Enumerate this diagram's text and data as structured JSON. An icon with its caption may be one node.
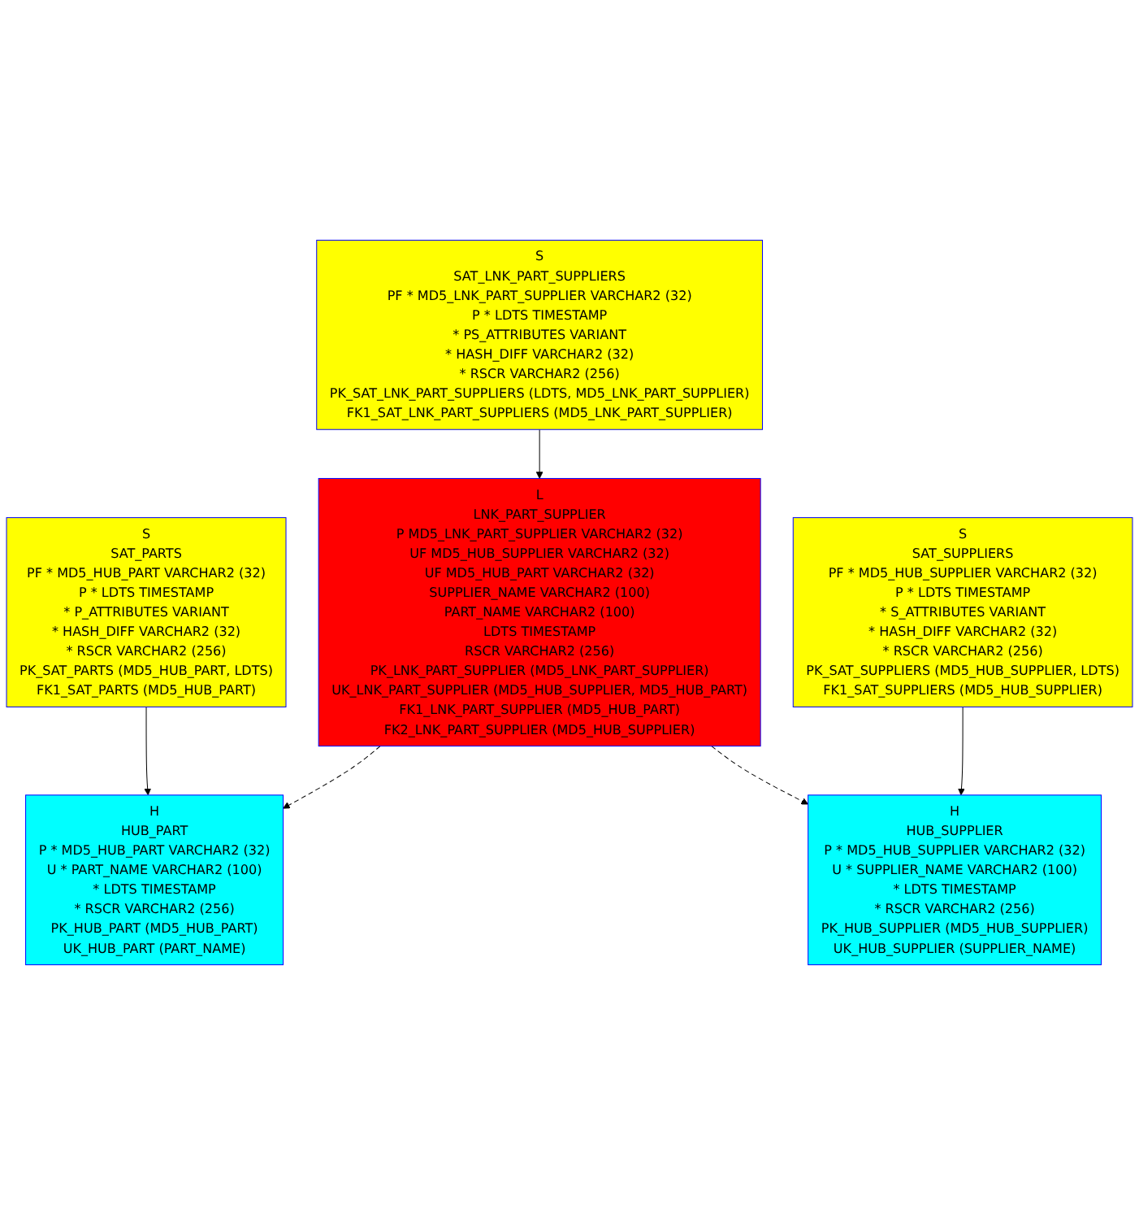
{
  "diagram": {
    "nodes": [
      {
        "text": [
          "S",
          "SAT_PARTS",
          "PF * MD5_HUB_PART VARCHAR2 (32)",
          "P * LDTS TIMESTAMP",
          "* P_ATTRIBUTES VARIANT",
          "* HASH_DIFF VARCHAR2 (32)",
          "* RSCR VARCHAR2 (256)",
          "PK_SAT_PARTS (MD5_HUB_PART, LDTS)",
          "FK1_SAT_PARTS (MD5_HUB_PART)"
        ]
      },
      {
        "text": [
          "S",
          "SAT_SUPPLIERS",
          "PF * MD5_HUB_SUPPLIER VARCHAR2 (32)",
          "P * LDTS TIMESTAMP",
          "* S_ATTRIBUTES VARIANT",
          "* HASH_DIFF VARCHAR2 (32)",
          "* RSCR VARCHAR2 (256)",
          "PK_SAT_SUPPLIERS (MD5_HUB_SUPPLIER, LDTS)",
          "FK1_SAT_SUPPLIERS (MD5_HUB_SUPPLIER)"
        ]
      },
      {
        "text": [
          "H",
          "HUB_PART",
          "P * MD5_HUB_PART VARCHAR2 (32)",
          "U * PART_NAME VARCHAR2 (100)",
          "* LDTS TIMESTAMP",
          "* RSCR VARCHAR2 (256)",
          "PK_HUB_PART (MD5_HUB_PART)",
          "UK_HUB_PART (PART_NAME)"
        ]
      },
      {
        "text": [
          "H",
          "HUB_SUPPLIER",
          "P * MD5_HUB_SUPPLIER VARCHAR2 (32)",
          "U * SUPPLIER_NAME VARCHAR2 (100)",
          "* LDTS TIMESTAMP",
          "* RSCR VARCHAR2 (256)",
          "PK_HUB_SUPPLIER (MD5_HUB_SUPPLIER)",
          "UK_HUB_SUPPLIER (SUPPLIER_NAME)"
        ]
      },
      {
        "text": [
          "L",
          "LNK_PART_SUPPLIER",
          "P MD5_LNK_PART_SUPPLIER VARCHAR2 (32)",
          "UF MD5_HUB_SUPPLIER VARCHAR2 (32)",
          "UF MD5_HUB_PART VARCHAR2 (32)",
          "SUPPLIER_NAME VARCHAR2 (100)",
          "PART_NAME VARCHAR2 (100)",
          "LDTS TIMESTAMP",
          "RSCR VARCHAR2 (256)",
          "PK_LNK_PART_SUPPLIER (MD5_LNK_PART_SUPPLIER)",
          "UK_LNK_PART_SUPPLIER (MD5_HUB_SUPPLIER, MD5_HUB_PART)",
          "FK1_LNK_PART_SUPPLIER (MD5_HUB_PART)",
          "FK2_LNK_PART_SUPPLIER (MD5_HUB_SUPPLIER)"
        ]
      },
      {
        "text": [
          "S",
          "SAT_LNK_PART_SUPPLIERS",
          "PF * MD5_LNK_PART_SUPPLIER VARCHAR2 (32)",
          "P * LDTS TIMESTAMP",
          "* PS_ATTRIBUTES VARIANT",
          "* HASH_DIFF VARCHAR2 (32)",
          "* RSCR VARCHAR2 (256)",
          "PK_SAT_LNK_PART_SUPPLIERS (LDTS, MD5_LNK_PART_SUPPLIER)",
          "FK1_SAT_LNK_PART_SUPPLIERS (MD5_LNK_PART_SUPPLIER)"
        ]
      }
    ],
    "edges": [
      {
        "from": 0,
        "to": 2,
        "arrow": "to"
      },
      {
        "from": 1,
        "to": 3,
        "arrow": "to"
      },
      {
        "from": 4,
        "to": 2,
        "arrow": "to",
        "style": "dashed"
      },
      {
        "from": 4,
        "to": 3,
        "arrow": "to",
        "style": "dashed"
      },
      {
        "from": 5,
        "to": 4,
        "arrow": "to"
      }
    ]
  }
}
